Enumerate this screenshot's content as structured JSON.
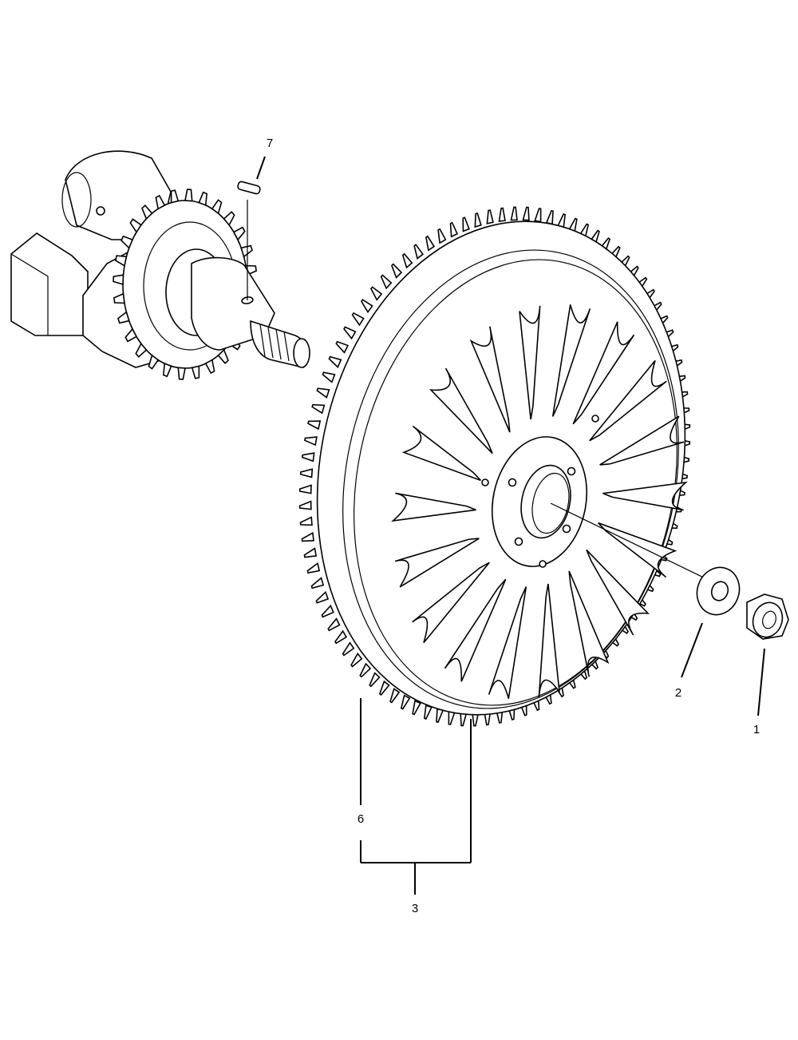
{
  "callouts": {
    "c1": "1",
    "c2": "2",
    "c3": "3",
    "c6": "6",
    "c7": "7"
  },
  "colors": {
    "line": "#000000",
    "background": "#ffffff"
  },
  "parts": {
    "crankshaft": "crankshaft-with-gear",
    "key": "woodruff-key",
    "flywheel": "flywheel-with-ring-gear",
    "washer": "washer",
    "nut": "nut"
  }
}
